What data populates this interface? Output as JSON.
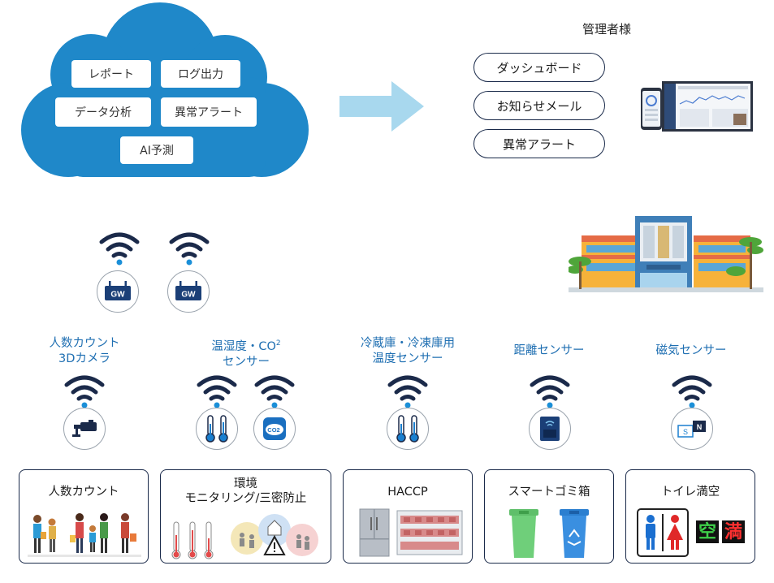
{
  "cloud": {
    "items": [
      "レポート",
      "ログ出力",
      "データ分析",
      "異常アラート",
      "AI予測"
    ]
  },
  "admin": {
    "title": "管理者様",
    "pills": [
      "ダッシュボード",
      "お知らせメール",
      "異常アラート"
    ]
  },
  "gateways": [
    "GW",
    "GW"
  ],
  "sensors": [
    {
      "label_line1": "人数カウント",
      "label_line2": "3Dカメラ",
      "icon": "camera-icon"
    },
    {
      "label_line1": "温湿度・CO",
      "label_sup": "2",
      "label_line2": "センサー",
      "icon": "thermometer-icon"
    },
    {
      "label_line1": "冷蔵庫・冷凍庫用",
      "label_line2": "温度センサー",
      "icon": "thermometer-icon"
    },
    {
      "label_line1": "距離センサー",
      "label_line2": "",
      "icon": "distance-sensor-icon"
    },
    {
      "label_line1": "磁気センサー",
      "label_line2": "",
      "icon": "magnet-sensor-icon"
    }
  ],
  "co2_badge": "CO2",
  "magnet_letters": {
    "s": "S",
    "n": "N"
  },
  "toilet_signs": {
    "vacant": "空",
    "full": "満"
  },
  "cards": [
    {
      "title_line1": "人数カウント",
      "title_line2": ""
    },
    {
      "title_line1": "環境",
      "title_line2": "モニタリング/三密防止"
    },
    {
      "title_line1": "HACCP",
      "title_line2": ""
    },
    {
      "title_line1": "スマートゴミ箱",
      "title_line2": ""
    },
    {
      "title_line1": "トイレ満空",
      "title_line2": ""
    }
  ],
  "colors": {
    "cloud": "#1f88c9",
    "arrow": "#a8d8ee",
    "accent_text": "#1f6fb2",
    "wifi": "#1b2a4a",
    "navy": "#1a2a4a"
  }
}
